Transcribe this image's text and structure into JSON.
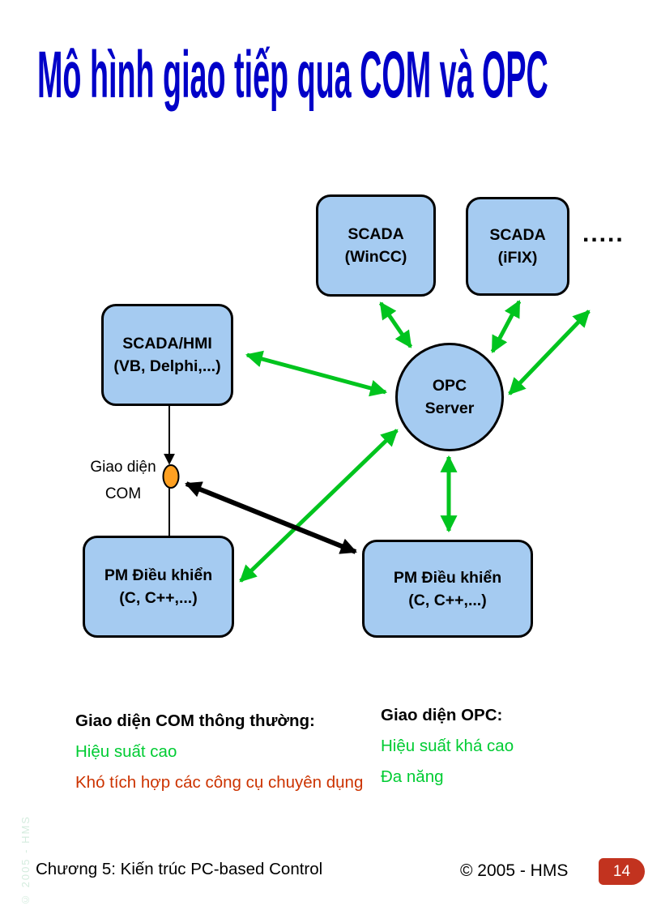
{
  "title": "Mô hình giao tiếp qua COM và OPC",
  "title_color": "#0000C8",
  "diagram": {
    "nodes": {
      "scada_wincc": {
        "line1": "SCADA",
        "line2": "(WinCC)"
      },
      "scada_ifix": {
        "line1": "SCADA",
        "line2": "(iFIX)"
      },
      "ellipsis": ".....",
      "scada_hmi": {
        "line1": "SCADA/HMI",
        "line2": "(VB, Delphi,...)"
      },
      "opc_server": {
        "line1": "OPC",
        "line2": "Server"
      },
      "com_interface": {
        "line1": "Giao diện",
        "line2": "COM"
      },
      "pm_left": {
        "line1": "PM Điều khiển",
        "line2": "(C, C++,...)"
      },
      "pm_right": {
        "line1": "PM Điều khiển",
        "line2": "(C, C++,...)"
      }
    },
    "colors": {
      "node_fill": "#A5CBF1",
      "node_border": "#000000",
      "arrow_green": "#00C41E",
      "arrow_black": "#000000",
      "com_port_fill": "#FFA021"
    }
  },
  "notes": {
    "com": {
      "heading": "Giao diện COM thông thường:",
      "point1": {
        "text": "Hiệu suất cao",
        "color": "#00CC33"
      },
      "point2": {
        "text": "Khó tích hợp các công cụ chuyên dụng",
        "color": "#CC3300"
      }
    },
    "opc": {
      "heading": "Giao diện OPC:",
      "point1": {
        "text": "Hiệu suất khá cao",
        "color": "#00CC33"
      },
      "point2": {
        "text": "Đa năng",
        "color": "#00CC33"
      }
    }
  },
  "footer": {
    "chapter": "Chương 5: Kiến trúc PC-based Control",
    "copyright": "© 2005 - HMS",
    "page_number": "14"
  },
  "watermark": "© 2005 - HMS"
}
